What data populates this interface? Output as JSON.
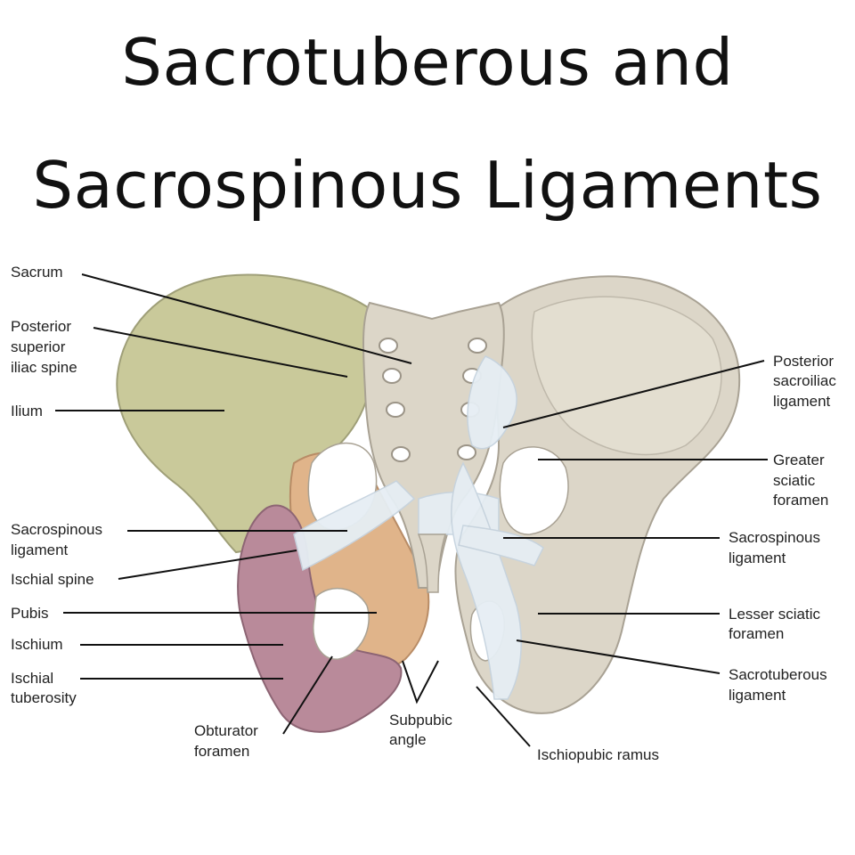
{
  "title": {
    "line1": "Sacrotuberous and",
    "line2": "Sacrospinous Ligaments"
  },
  "colors": {
    "ilium": "#c9c99a",
    "pubis": "#e0b48a",
    "ischium": "#b98a9a",
    "bone": "#dcd6c8",
    "ligament": "#e6eef4"
  },
  "labels": {
    "left": {
      "sacrum": "Sacrum",
      "psis": [
        "Posterior",
        "superior",
        "iliac spine"
      ],
      "ilium": "Ilium",
      "sacrospinous": [
        "Sacrospinous",
        "ligament"
      ],
      "ischial_spine": "Ischial spine",
      "pubis": "Pubis",
      "ischium": "Ischium",
      "ischial_tuberosity": [
        "Ischial",
        "tuberosity"
      ]
    },
    "bottom": {
      "obturator": [
        "Obturator",
        "foramen"
      ],
      "subpubic": [
        "Subpubic",
        "angle"
      ],
      "ischiopubic": "Ischiopubic ramus"
    },
    "right": {
      "psil": [
        "Posterior",
        "sacroiliac",
        "ligament"
      ],
      "greater_sciatic": [
        "Greater",
        "sciatic",
        "foramen"
      ],
      "sacrospinous": [
        "Sacrospinous",
        "ligament"
      ],
      "lesser_sciatic": [
        "Lesser sciatic",
        "foramen"
      ],
      "sacrotuberous": [
        "Sacrotuberous",
        "ligament"
      ]
    }
  }
}
